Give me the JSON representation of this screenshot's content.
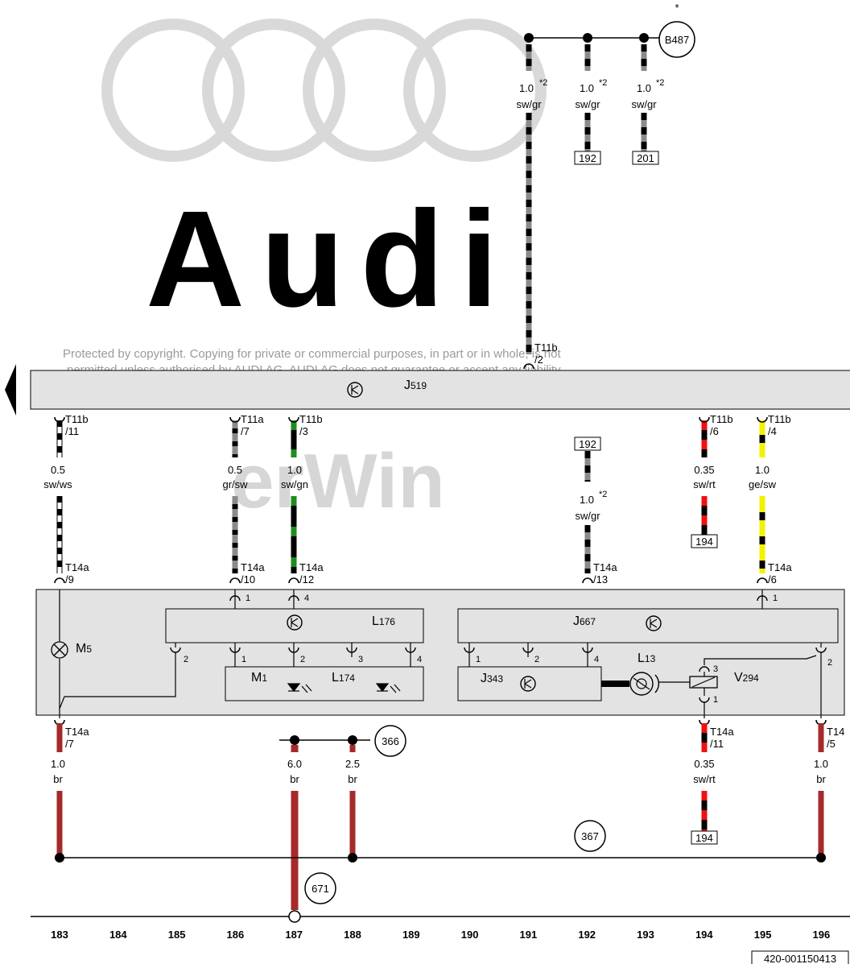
{
  "watermark": {
    "line1": "Protected by copyright. Copying for private or commercial purposes, in part or in whole, is not",
    "line2": "permitted unless authorised by AUDI AG. AUDI AG does not guarantee or accept any liability",
    "brand": "Audi",
    "brand2": "erWin"
  },
  "colors": {
    "panel": "#e3e3e3",
    "sw": "#000000",
    "gr": "#8a8a8a",
    "ws": "#ffffff",
    "gn": "#1e8c1e",
    "rt": "#ee1111",
    "ge": "#f2f200",
    "br": "#a52a2a"
  },
  "top": {
    "asterisk": "*",
    "b487": "B487",
    "wires": [
      {
        "size": "1.0",
        "note": "*2",
        "color": "sw/gr"
      },
      {
        "size": "1.0",
        "note": "*2",
        "color": "sw/gr"
      },
      {
        "size": "1.0",
        "note": "*2",
        "color": "sw/gr"
      }
    ],
    "ref192": "192",
    "ref201": "201",
    "t11b_2": {
      "name": "T11b",
      "pin": "/2"
    }
  },
  "j519": {
    "label": "J519",
    "code": "J",
    "num": "519"
  },
  "mid": {
    "c183": {
      "conn": "T11b",
      "pin": "/11",
      "size": "0.5",
      "color": "sw/ws",
      "conn2": "T14a",
      "pin2": "/9"
    },
    "c186": {
      "conn": "T11a",
      "pin": "/7",
      "size": "0.5",
      "color": "gr/sw",
      "conn2": "T14a",
      "pin2": "/10"
    },
    "c187": {
      "conn": "T11b",
      "pin": "/3",
      "size": "1.0",
      "color": "sw/gn",
      "conn2": "T14a",
      "pin2": "/12"
    },
    "c192": {
      "ref": "192",
      "size": "1.0",
      "note": "*2",
      "color": "sw/gr",
      "conn2": "T14a",
      "pin2": "/13"
    },
    "c194": {
      "conn": "T11b",
      "pin": "/6",
      "size": "0.35",
      "color": "sw/rt",
      "ref": "194"
    },
    "c195": {
      "conn": "T11b",
      "pin": "/4",
      "size": "1.0",
      "color": "ge/sw",
      "conn2": "T14a",
      "pin2": "/6"
    }
  },
  "module": {
    "m5": {
      "code": "M",
      "num": "5"
    },
    "l176": {
      "code": "L",
      "num": "176"
    },
    "j667": {
      "code": "J",
      "num": "667"
    },
    "m1": {
      "code": "M",
      "num": "1"
    },
    "l174": {
      "code": "L",
      "num": "174"
    },
    "j343": {
      "code": "J",
      "num": "343"
    },
    "l13": {
      "code": "L",
      "num": "13"
    },
    "v294": {
      "code": "V",
      "num": "294"
    },
    "pins": {
      "l176_in1": "1",
      "l176_in4": "4",
      "l176_out2": "2",
      "m1_1": "1",
      "m1_2": "2",
      "m1_3": "3",
      "m1_4": "4",
      "j667_in1": "1",
      "j667_1": "1",
      "j667_2": "2",
      "j667_4": "4",
      "j667_out2": "2",
      "v294_3": "3",
      "v294_1": "1"
    }
  },
  "bottom": {
    "c183": {
      "conn": "T14a",
      "pin": "/7",
      "size": "1.0",
      "color": "br"
    },
    "c187": {
      "size": "6.0",
      "color": "br"
    },
    "c188": {
      "size": "2.5",
      "color": "br"
    },
    "ref366": "366",
    "ref367": "367",
    "ref671": "671",
    "c194": {
      "conn": "T14a",
      "pin": "/11",
      "size": "0.35",
      "color": "sw/rt",
      "ref": "194"
    },
    "c196": {
      "conn": "T14",
      "pin": "/5",
      "size": "1.0",
      "color": "br"
    }
  },
  "columns": [
    "183",
    "184",
    "185",
    "186",
    "187",
    "188",
    "189",
    "190",
    "191",
    "192",
    "193",
    "194",
    "195",
    "196"
  ],
  "doc_id": "420-001150413"
}
